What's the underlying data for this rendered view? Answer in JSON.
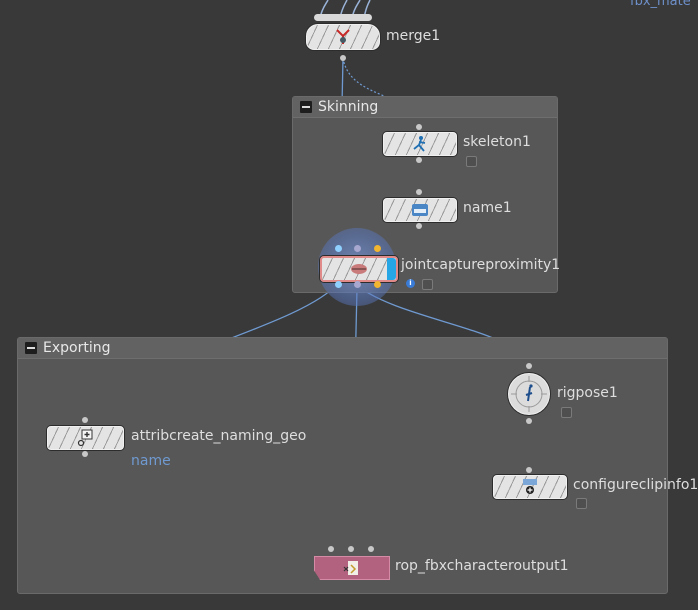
{
  "corner_text": "fbx_mate",
  "boxes": {
    "skinning": {
      "title": "Skinning"
    },
    "exporting": {
      "title": "Exporting"
    }
  },
  "nodes": {
    "merge": {
      "label": "merge1",
      "icon": "merge-icon"
    },
    "skeleton": {
      "label": "skeleton1",
      "icon": "skeleton-icon"
    },
    "name": {
      "label": "name1",
      "icon": "name-icon"
    },
    "jointcapture": {
      "label": "jointcaptureproximity1",
      "icon": "capture-icon"
    },
    "attribcreate": {
      "label": "attribcreate_naming_geo",
      "sublabel": "name",
      "icon": "attribcreate-icon"
    },
    "rigpose": {
      "label": "rigpose1",
      "icon": "rigpose-icon"
    },
    "configureclip": {
      "label": "configureclipinfo1",
      "icon": "configureclip-icon"
    },
    "rop": {
      "label": "rop_fbxcharacteroutput1",
      "icon": "rop-icon"
    }
  },
  "colors": {
    "background": "#393939",
    "netbox": "#575757",
    "wire": "#6f9ad1",
    "selected_outline": "#e08a8a",
    "rop_node": "#b2627e",
    "display_flag": "#27a6e6",
    "param_link": "#6f9ad1"
  }
}
